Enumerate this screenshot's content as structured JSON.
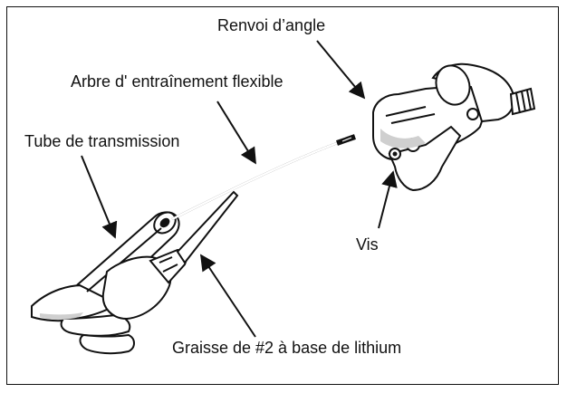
{
  "labels": {
    "angle_gear": "Renvoi d’angle",
    "flex_shaft": "Arbre d' entraînement flexible",
    "drive_tube": "Tube de transmission",
    "screw": "Vis",
    "grease": "Graisse de #2 à base de lithium"
  },
  "colors": {
    "line": "#111111",
    "background": "#ffffff",
    "shading": "#cfcfcf"
  }
}
